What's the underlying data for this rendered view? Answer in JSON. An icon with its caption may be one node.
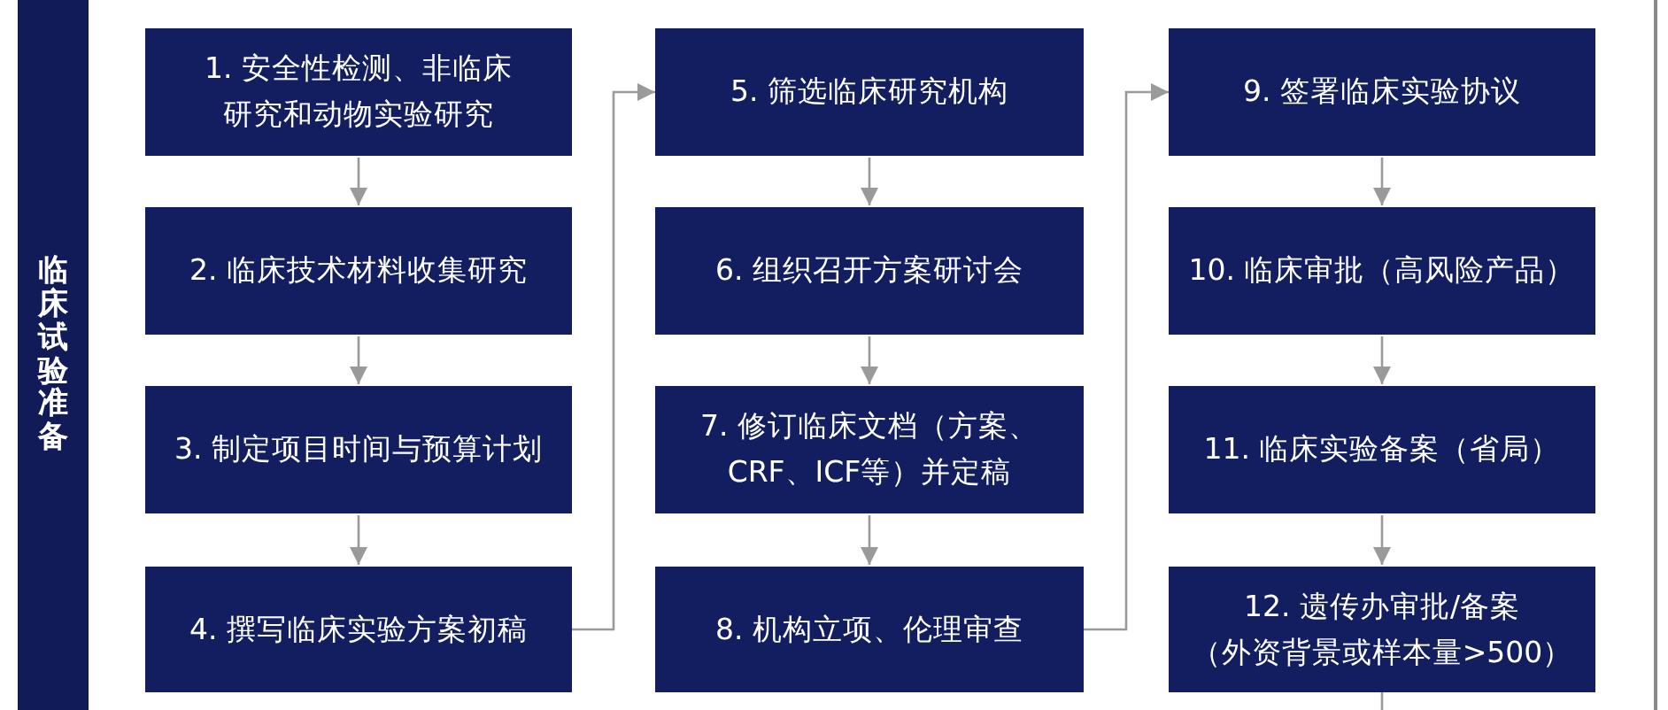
{
  "diagram": {
    "nodes": [
      {
        "text": [
          "临床试验准备"
        ]
      },
      {
        "text": [
          "1. 安全性检测、非临床研究和动物实验研究"
        ]
      },
      {
        "text": [
          "2. 临床技术材料收集研究"
        ]
      },
      {
        "text": [
          "3. 制定项目时间与预算计划"
        ]
      },
      {
        "text": [
          "4. 撰写临床实验方案初稿"
        ]
      },
      {
        "text": [
          "5. 筛选临床研究机构"
        ]
      },
      {
        "text": [
          "6. 组织召开方案研讨会"
        ]
      },
      {
        "text": [
          "7. 修订临床文档（方案、CRF、ICF等）并定稿"
        ]
      },
      {
        "text": [
          "8. 机构立项、伦理审查"
        ]
      },
      {
        "text": [
          "9. 签署临床实验协议"
        ]
      },
      {
        "text": [
          "10. 临床审批（高风险产品）"
        ]
      },
      {
        "text": [
          "11. 临床实验备案（省局）"
        ]
      },
      {
        "text": [
          "12. 遗传办审批/备案（外资背景或样本量>500）"
        ]
      }
    ],
    "edges": [
      {
        "from": 1,
        "to": 2,
        "arrow": "to"
      },
      {
        "from": 2,
        "to": 3,
        "arrow": "to"
      },
      {
        "from": 3,
        "to": 4,
        "arrow": "to"
      },
      {
        "from": 4,
        "to": 5,
        "arrow": "to"
      },
      {
        "from": 5,
        "to": 6,
        "arrow": "to"
      },
      {
        "from": 6,
        "to": 7,
        "arrow": "to"
      },
      {
        "from": 7,
        "to": 8,
        "arrow": "to"
      },
      {
        "from": 8,
        "to": 9,
        "arrow": "to"
      },
      {
        "from": 9,
        "to": 10,
        "arrow": "to"
      },
      {
        "from": 10,
        "to": 11,
        "arrow": "to"
      },
      {
        "from": 11,
        "to": 12,
        "arrow": "to"
      },
      {
        "from": 12,
        "to": null,
        "arrow": "none"
      }
    ]
  }
}
